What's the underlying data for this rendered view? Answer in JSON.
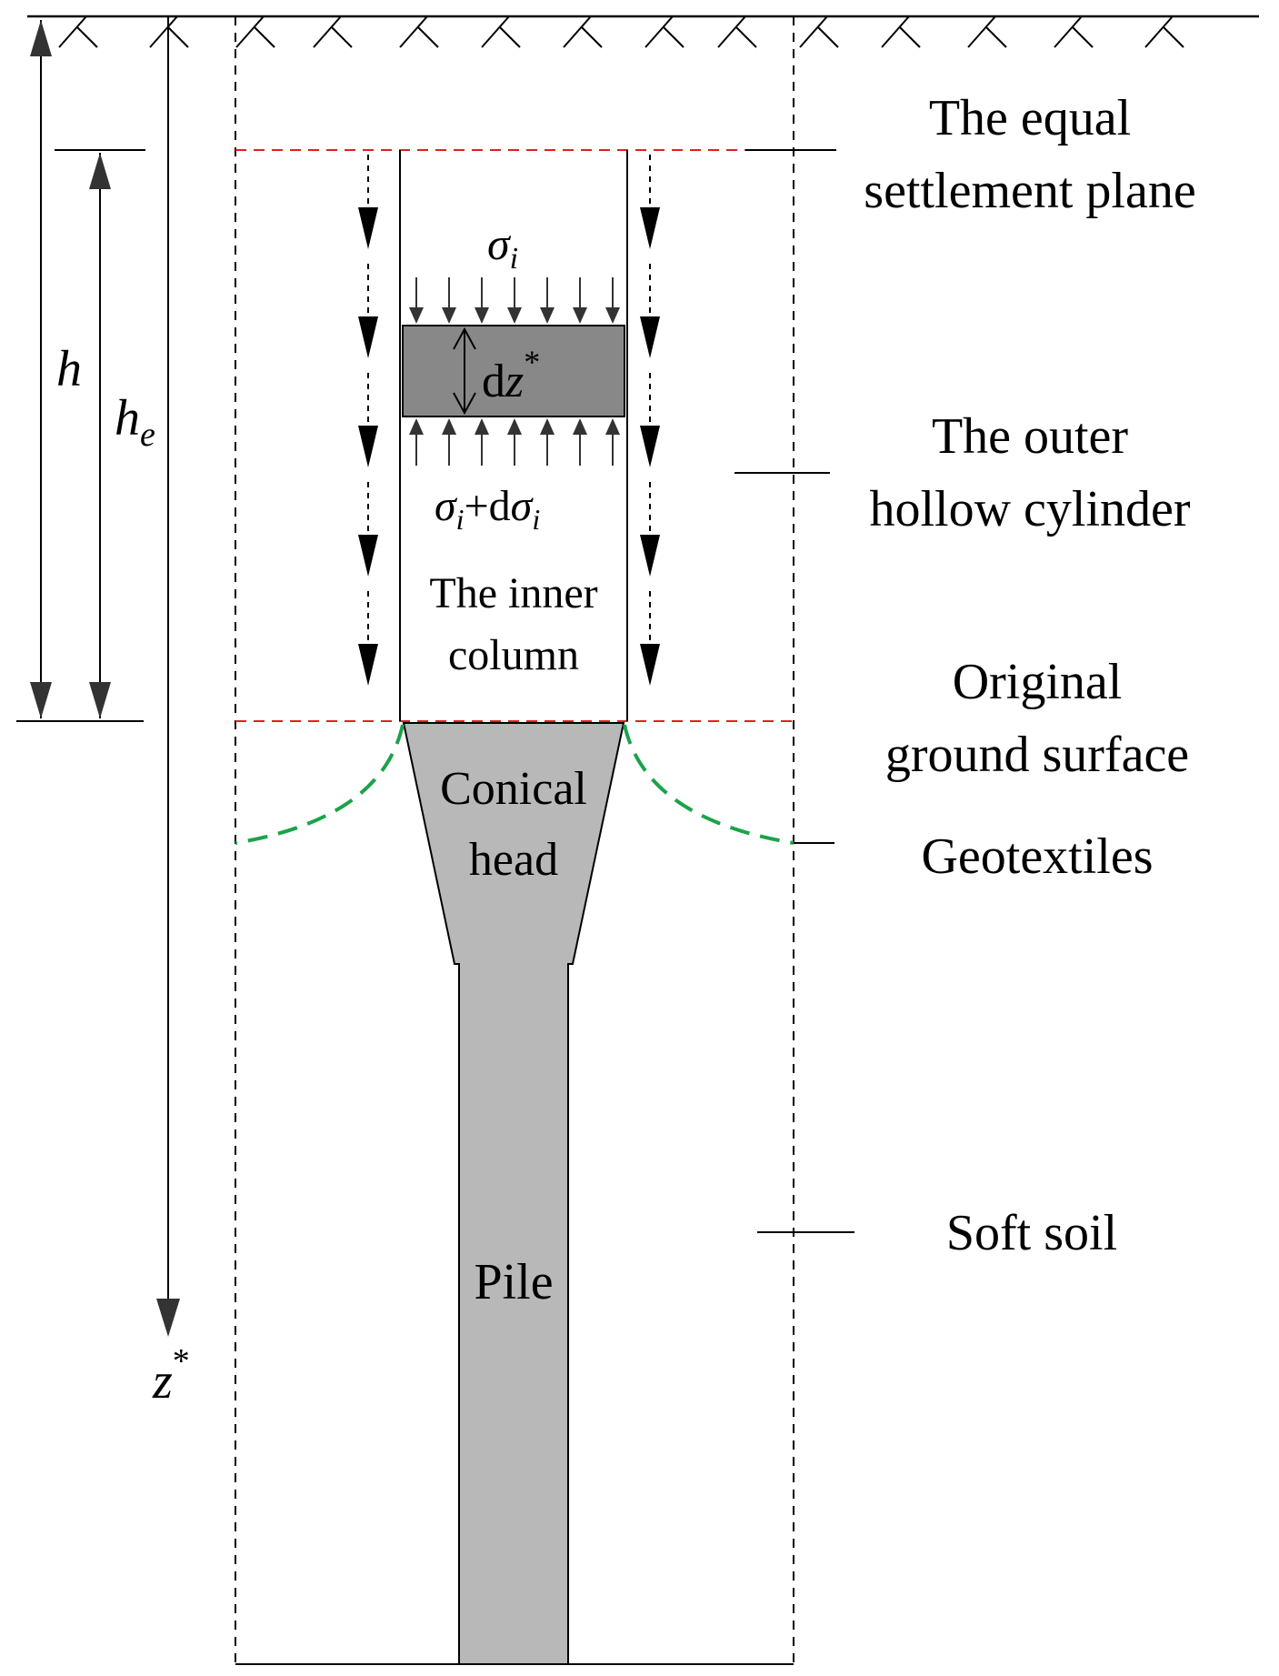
{
  "labels": {
    "equal_plane_line1": "The equal",
    "equal_plane_line2": "settlement plane",
    "outer_line1": "The outer",
    "outer_line2": "hollow cylinder",
    "inner_line1": "The inner",
    "inner_line2": "column",
    "original_line1": "Original",
    "original_line2": "ground surface",
    "geotextiles": "Geotextiles",
    "conical_line1": "Conical",
    "conical_line2": "head",
    "soft_soil": "Soft soil",
    "pile": "Pile"
  },
  "symbols": {
    "h": "h",
    "he_base": "h",
    "he_sub": "e",
    "z": "z",
    "star": "*",
    "sigma": "σ",
    "sub_i": "i",
    "d": "d",
    "plus": "+"
  },
  "colors": {
    "line": "#000000",
    "plane_dashed": "#e02020",
    "geotextile": "#1aa34a",
    "pile_fill": "#b8b8b8",
    "element_fill": "#888888",
    "arrow": "#333333"
  }
}
